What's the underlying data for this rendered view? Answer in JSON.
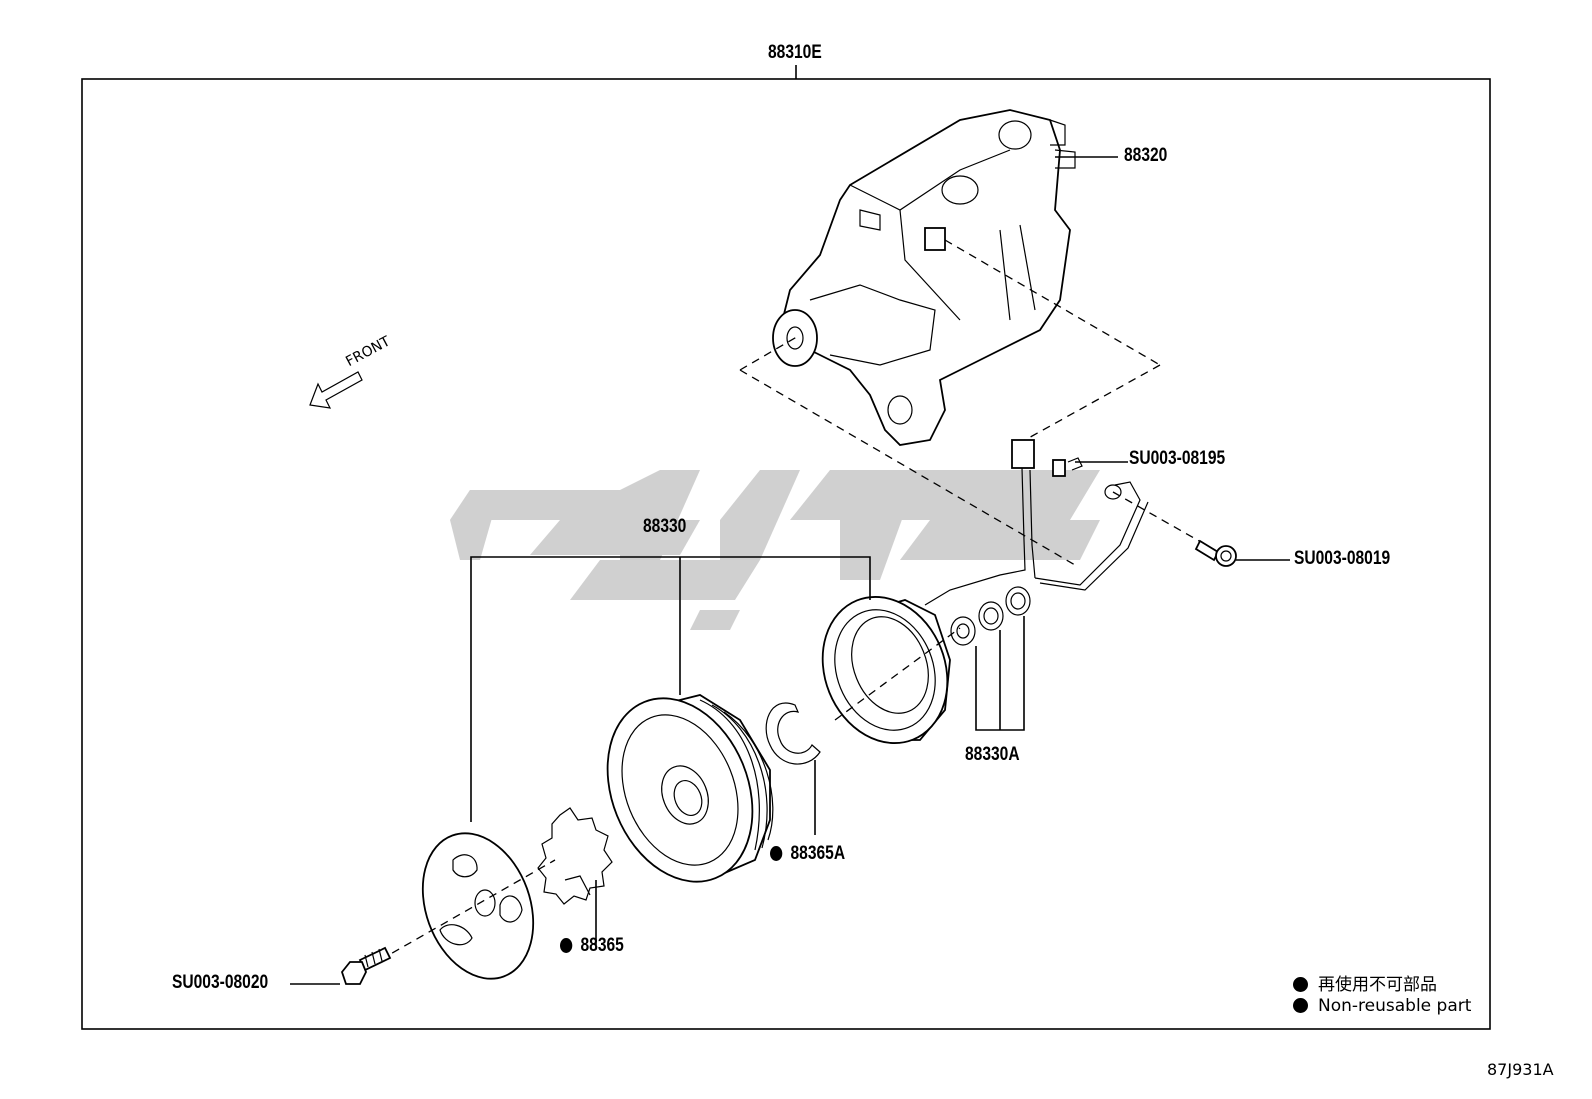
{
  "labels": {
    "assembly": "88310E",
    "compressor": "88320",
    "clutch_assembly": "88330",
    "shim_set": "88330A",
    "snap_ring": "88365A",
    "pulley_snap_ring": "88365",
    "connector_clip": "SU003-08195",
    "ground_bolt": "SU003-08019",
    "center_bolt": "SU003-08020",
    "front": "FRONT"
  },
  "legend": {
    "line_jp": "再使用不可部品",
    "line_en": "Non-reusable part"
  },
  "figure_id": "87J931A"
}
